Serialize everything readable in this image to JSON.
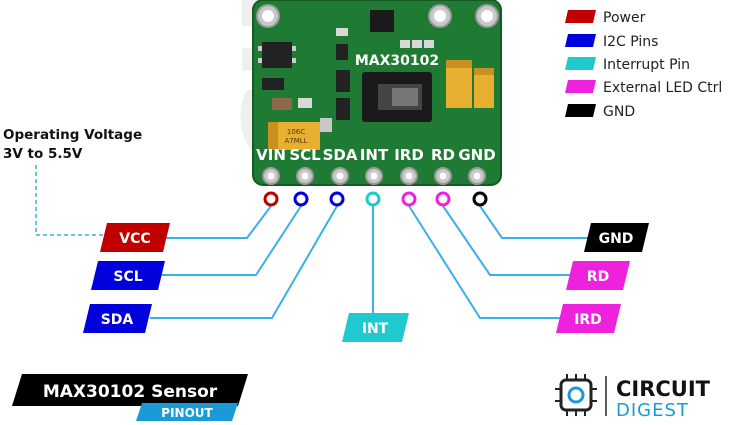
{
  "board": {
    "chip_label": "MAX30102",
    "pins": [
      "VIN",
      "SCL",
      "SDA",
      "INT",
      "IRD",
      "RD",
      "GND"
    ],
    "pin_colors": [
      "#c00000",
      "#0000dd",
      "#0000dd",
      "#20c8d0",
      "#ee22dd",
      "#ee22dd",
      "#000000"
    ],
    "cap_marking": "106C\nA7MLL"
  },
  "legend": [
    {
      "label": "Power",
      "color": "#c00000"
    },
    {
      "label": "I2C Pins",
      "color": "#0000dd"
    },
    {
      "label": "Interrupt Pin",
      "color": "#20c8d0"
    },
    {
      "label": "External LED Ctrl",
      "color": "#ee22dd"
    },
    {
      "label": "GND",
      "color": "#000000"
    }
  ],
  "voltage": {
    "line1": "Operating Voltage",
    "line2": "3V to 5.5V"
  },
  "tags": {
    "vcc": {
      "label": "VCC",
      "color": "#c00000"
    },
    "scl": {
      "label": "SCL",
      "color": "#0000dd"
    },
    "sda": {
      "label": "SDA",
      "color": "#0000dd"
    },
    "int": {
      "label": "INT",
      "color": "#20c8d0"
    },
    "gnd": {
      "label": "GND",
      "color": "#000000"
    },
    "rd": {
      "label": "RD",
      "color": "#ee22dd"
    },
    "ird": {
      "label": "IRD",
      "color": "#ee22dd"
    }
  },
  "title": {
    "main": "MAX30102 Sensor",
    "sub": "PINOUT"
  },
  "brand": {
    "line1": "CIRCUIT",
    "line2": "DIGEST",
    "color": "#1a9bd7"
  },
  "watermark": "CIRCUIT DIGEST"
}
